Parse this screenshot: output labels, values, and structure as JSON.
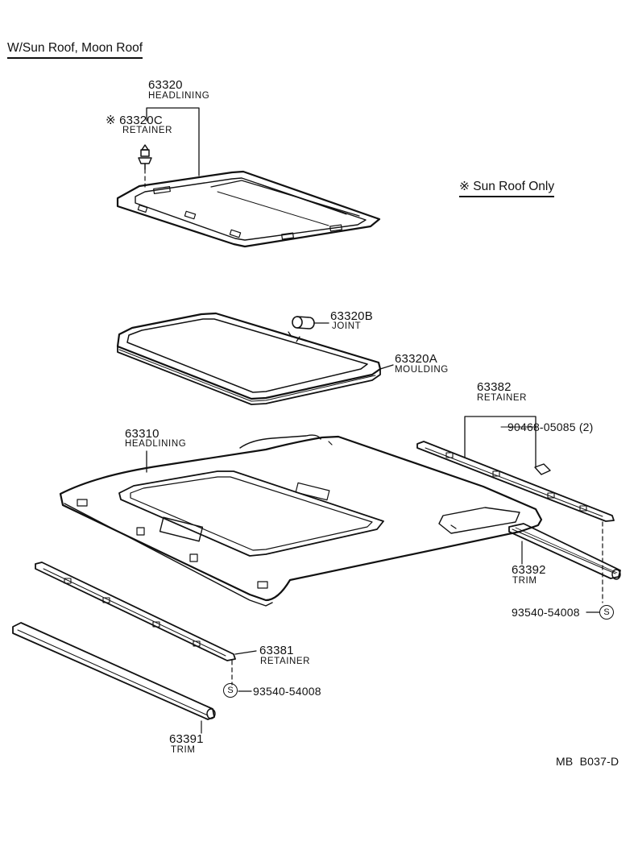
{
  "header": {
    "title": "W/Sun Roof, Moon Roof"
  },
  "note": {
    "text": "※ Sun Roof Only"
  },
  "parts": {
    "p63320": {
      "number": "63320",
      "name": "HEADLINING"
    },
    "p63320c": {
      "number": "※ 63320C",
      "name": "RETAINER"
    },
    "p63320b": {
      "number": "63320B",
      "name": "JOINT"
    },
    "p63320a": {
      "number": "63320A",
      "name": "MOULDING"
    },
    "p63382": {
      "number": "63382",
      "name": "RETAINER"
    },
    "p90468": {
      "number": "90468-05085 (2)"
    },
    "p63310": {
      "number": "63310",
      "name": "HEADLINING"
    },
    "p63392": {
      "number": "63392",
      "name": "TRIM"
    },
    "p93540r": {
      "number": "93540-54008",
      "symbol": "S"
    },
    "p63381": {
      "number": "63381",
      "name": "RETAINER"
    },
    "p93540l": {
      "number": "93540-54008",
      "symbol": "S"
    },
    "p63391": {
      "number": "63391",
      "name": "TRIM"
    }
  },
  "footer": {
    "code": "MB  B037-D"
  }
}
